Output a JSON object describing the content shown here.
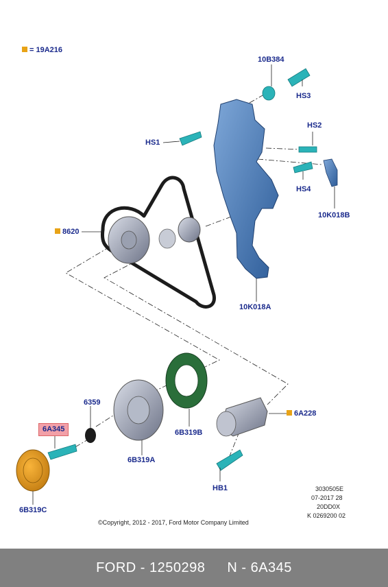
{
  "legend": {
    "marker_color": "#e8a317",
    "text": "= 19A216"
  },
  "labels": {
    "b10B384": "10B384",
    "hs3": "HS3",
    "hs1": "HS1",
    "hs2": "HS2",
    "hs4": "HS4",
    "b10K018B": "10K018B",
    "b8620": "8620",
    "b10K018A": "10K018A",
    "b6359": "6359",
    "b6A345": "6A345",
    "b6B319B": "6B319B",
    "b6A228": "6A228",
    "b6B319A": "6B319A",
    "hb1": "HB1",
    "b6B319C": "6B319C"
  },
  "colors": {
    "label": "#1a2a8c",
    "highlight": "#f2a0a8",
    "bracket": "#4a78b5",
    "bolt": "#2bb3b8",
    "footer_bg": "#808080"
  },
  "info": {
    "line1": "3030505E",
    "line2": "07-2017 28",
    "line3": "20DD0X",
    "line4": "K 0269200 02"
  },
  "copyright": "©Copyright, 2012 - 2017, Ford Motor Company Limited",
  "footer": {
    "brand_part": "FORD - 1250298",
    "ref": "N - 6A345"
  }
}
